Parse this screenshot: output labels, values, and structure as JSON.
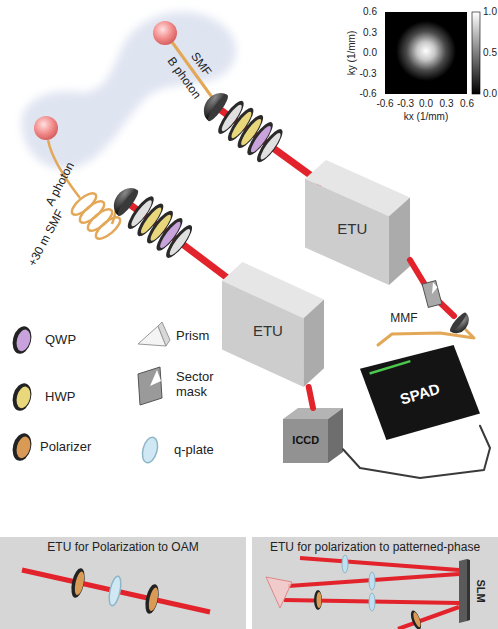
{
  "diagram": {
    "nodes": [
      {
        "text": [
          "ETU"
        ]
      },
      {
        "text": [
          "ETU"
        ]
      },
      {
        "text": [
          "SPAD"
        ]
      },
      {
        "text": [
          "ICCD"
        ]
      },
      {
        "text": [
          "ETU for Polarization to OAM"
        ]
      },
      {
        "text": [
          "ETU for polarization to patterned-phase"
        ]
      },
      {
        "text": [
          "SLM"
        ],
        "in": 5
      }
    ],
    "edges": [
      {
        "from": 1,
        "to": 3,
        "arrow": "none"
      },
      {
        "from": 0,
        "to": 2,
        "label": "MMF",
        "arrow": "none"
      },
      {
        "from": 2,
        "to": 3,
        "arrow": "none"
      }
    ],
    "labels": [
      "SMF",
      "B photon",
      "A photon",
      "+30 m SMF",
      "0.6",
      "0.3",
      "0.0",
      "-0.3",
      "-0.6",
      "ky (1/mm)",
      "-0.6",
      "-0.3",
      "0.0",
      "0.3",
      "0.6",
      "kx (1/mm)",
      "1.0",
      "0.5",
      "0.0"
    ],
    "legend": [
      {
        "text": "QWP"
      },
      {
        "text": "HWP"
      },
      {
        "text": "Polarizer"
      },
      {
        "text": "Prism"
      },
      {
        "text": "Sector mask"
      },
      {
        "text": "q-plate"
      }
    ]
  }
}
